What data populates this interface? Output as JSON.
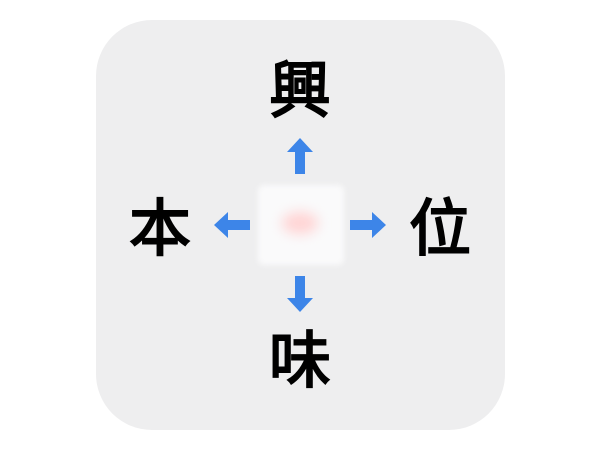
{
  "puzzle": {
    "type": "kanji-cross-puzzle",
    "top": "興",
    "left": "本",
    "right": "位",
    "bottom": "味",
    "center_hidden": true,
    "arrow_color": "#3d85e8",
    "panel_color": "#eeeeef"
  }
}
